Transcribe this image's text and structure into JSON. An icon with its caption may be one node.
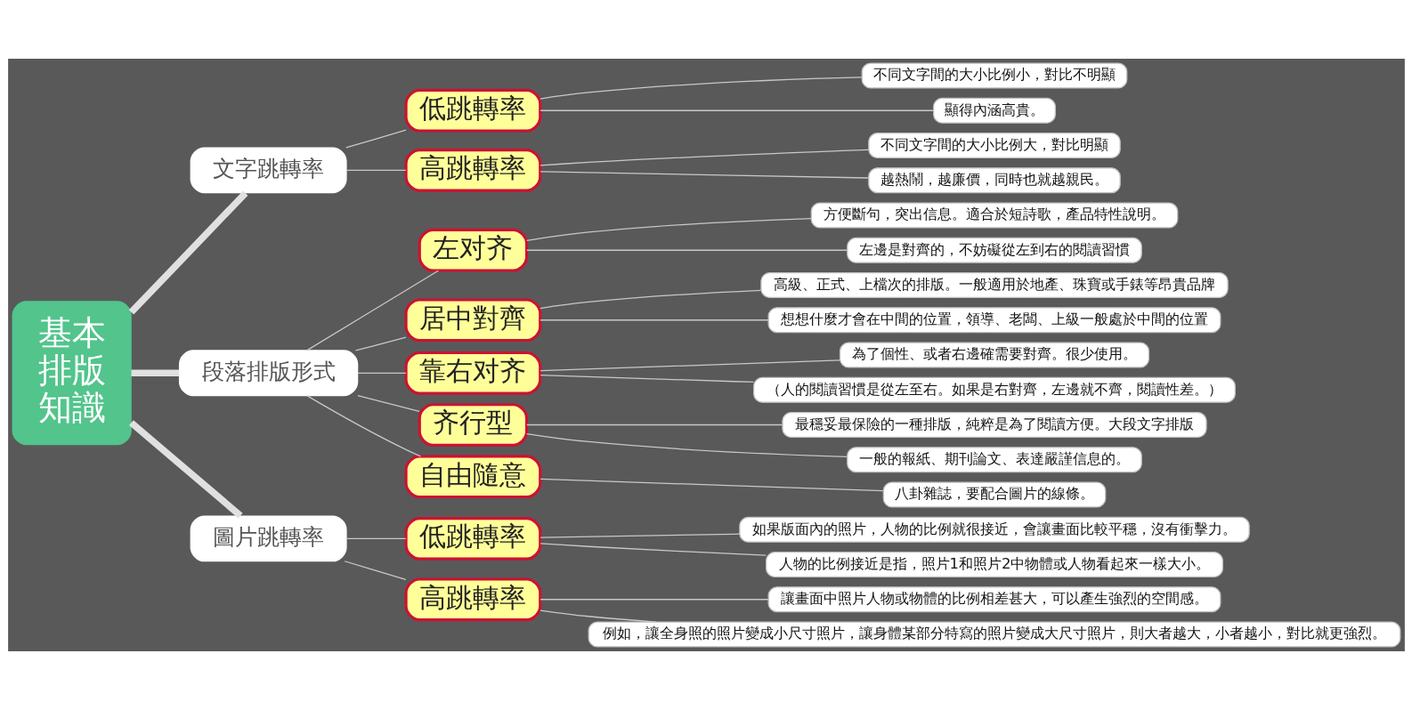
{
  "diagram": {
    "nodes": [
      {
        "text": [
          "基本排版知識"
        ]
      },
      {
        "text": [
          "文字跳轉率"
        ]
      },
      {
        "text": [
          "低跳轉率"
        ]
      },
      {
        "text": [
          "不同文字間的大小比例小，對比不明顯"
        ]
      },
      {
        "text": [
          "顯得內涵高貴。"
        ]
      },
      {
        "text": [
          "高跳轉率"
        ]
      },
      {
        "text": [
          "不同文字間的大小比例大，對比明顯"
        ]
      },
      {
        "text": [
          "越熱鬧，越廉價，同時也就越親民。"
        ]
      },
      {
        "text": [
          "段落排版形式"
        ]
      },
      {
        "text": [
          "左对齐"
        ]
      },
      {
        "text": [
          "方便斷句，突出信息。適合於短詩歌，產品特性說明。"
        ]
      },
      {
        "text": [
          "左邊是對齊的，不妨礙從左到右的閱讀習慣"
        ]
      },
      {
        "text": [
          "居中對齊"
        ]
      },
      {
        "text": [
          "高級、正式、上檔次的排版。一般適用於地產、珠寶或手錶等昂貴品牌"
        ]
      },
      {
        "text": [
          "想想什麼才會在中間的位置，領導、老闆、上級一般處於中間的位置"
        ]
      },
      {
        "text": [
          "靠右对齐"
        ]
      },
      {
        "text": [
          "為了個性、或者右邊確需要對齊。很少使用。"
        ]
      },
      {
        "text": [
          "（人的閱讀習慣是從左至右。如果是右對齊，左邊就不齊，閱讀性差。）"
        ]
      },
      {
        "text": [
          "齐行型"
        ]
      },
      {
        "text": [
          "最穩妥最保險的一種排版，純粹是為了閱讀方便。大段文字排版"
        ]
      },
      {
        "text": [
          "一般的報紙、期刊論文、表達嚴謹信息的。"
        ]
      },
      {
        "text": [
          "自由隨意"
        ]
      },
      {
        "text": [
          "八卦雜誌，要配合圖片的線條。"
        ]
      },
      {
        "text": [
          "圖片跳轉率"
        ]
      },
      {
        "text": [
          "低跳轉率"
        ]
      },
      {
        "text": [
          "如果版面內的照片，人物的比例就很接近，會讓畫面比較平穩，沒有衝擊力。"
        ]
      },
      {
        "text": [
          "人物的比例接近是指，照片1和照片2中物體或人物看起來一樣大小。"
        ]
      },
      {
        "text": [
          "高跳轉率"
        ]
      },
      {
        "text": [
          "讓畫面中照片人物或物體的比例相差甚大，可以產生強烈的空間感。"
        ]
      },
      {
        "text": [
          "例如，讓全身照的照片變成小尺寸照片，讓身體某部分特寫的照片變成大尺寸照片，則大者越大，小者越小，對比就更強烈。"
        ]
      }
    ],
    "edges": [
      {
        "from": 0,
        "to": 1,
        "arrow": "none",
        "style": "thick"
      },
      {
        "from": 1,
        "to": 2,
        "arrow": "none"
      },
      {
        "from": 2,
        "to": 3,
        "arrow": "none"
      },
      {
        "from": 2,
        "to": 4,
        "arrow": "none"
      },
      {
        "from": 1,
        "to": 5,
        "arrow": "none"
      },
      {
        "from": 5,
        "to": 6,
        "arrow": "none"
      },
      {
        "from": 5,
        "to": 7,
        "arrow": "none"
      },
      {
        "from": 0,
        "to": 8,
        "arrow": "none",
        "style": "thick"
      },
      {
        "from": 8,
        "to": 9,
        "arrow": "none"
      },
      {
        "from": 9,
        "to": 10,
        "arrow": "none"
      },
      {
        "from": 9,
        "to": 11,
        "arrow": "none"
      },
      {
        "from": 8,
        "to": 12,
        "arrow": "none"
      },
      {
        "from": 12,
        "to": 13,
        "arrow": "none"
      },
      {
        "from": 12,
        "to": 14,
        "arrow": "none"
      },
      {
        "from": 8,
        "to": 15,
        "arrow": "none"
      },
      {
        "from": 15,
        "to": 16,
        "arrow": "none"
      },
      {
        "from": 15,
        "to": 17,
        "arrow": "none"
      },
      {
        "from": 8,
        "to": 18,
        "arrow": "none"
      },
      {
        "from": 18,
        "to": 19,
        "arrow": "none"
      },
      {
        "from": 18,
        "to": 20,
        "arrow": "none"
      },
      {
        "from": 8,
        "to": 21,
        "arrow": "none"
      },
      {
        "from": 21,
        "to": 22,
        "arrow": "none"
      },
      {
        "from": 0,
        "to": 23,
        "arrow": "none",
        "style": "thick"
      },
      {
        "from": 23,
        "to": 24,
        "arrow": "none"
      },
      {
        "from": 24,
        "to": 25,
        "arrow": "none"
      },
      {
        "from": 24,
        "to": 26,
        "arrow": "none"
      },
      {
        "from": 23,
        "to": 27,
        "arrow": "none"
      },
      {
        "from": 27,
        "to": 28,
        "arrow": "none"
      },
      {
        "from": 27,
        "to": 29,
        "arrow": "none"
      }
    ]
  }
}
